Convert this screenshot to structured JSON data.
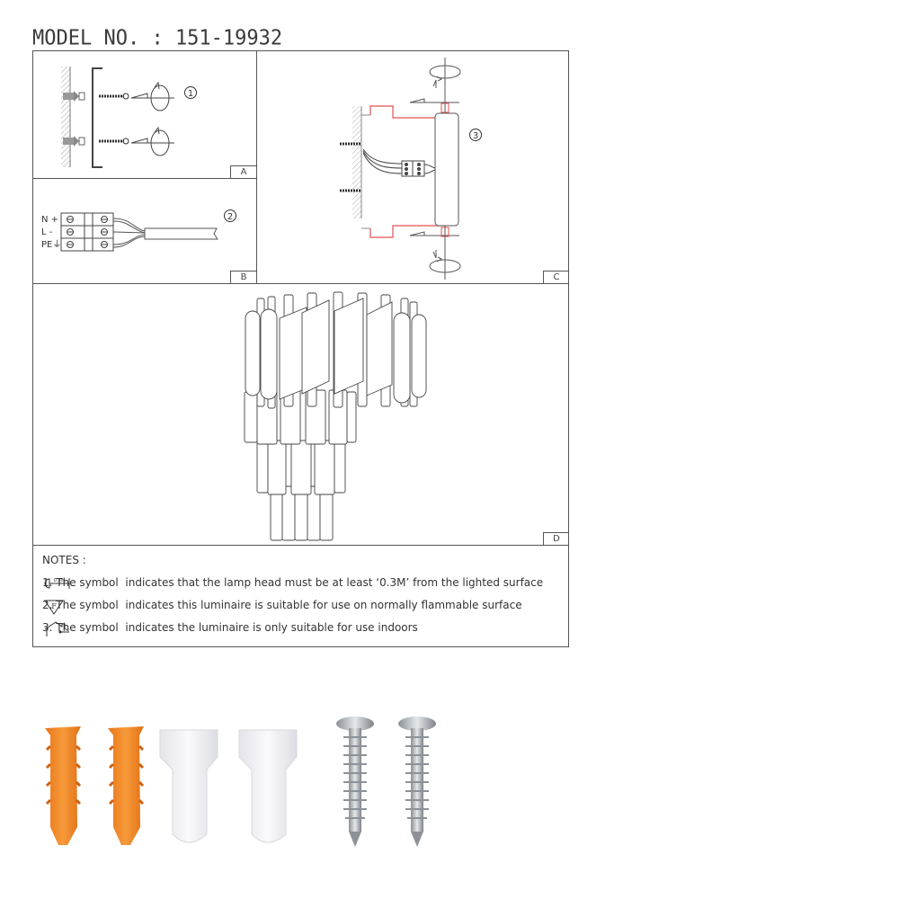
{
  "header": {
    "model_label": "MODEL NO. : 151-19932"
  },
  "panels": {
    "A": {
      "tag": "A",
      "step": "1",
      "caption": "wall-plugs-and-screws-mounting"
    },
    "B": {
      "tag": "B",
      "step": "2",
      "terminals": [
        "N +",
        "L -",
        "PE⏚"
      ]
    },
    "C": {
      "tag": "C",
      "step": "3"
    },
    "D": {
      "tag": "D"
    }
  },
  "notes": {
    "heading": "NOTES :",
    "items": [
      {
        "prefix": "1. The symbol",
        "symbol": "distance-0.3m-icon",
        "symbol_text": "0.3m",
        "text": "indicates that the lamp head must be at least ‘0.3M’ from the lighted surface"
      },
      {
        "prefix": "2. The symbol",
        "symbol": "flammable-surface-F-icon",
        "symbol_text": "F",
        "text": "indicates this luminaire is suitable for use on normally flammable surface"
      },
      {
        "prefix": "3. The symbol",
        "symbol": "indoor-house-icon",
        "symbol_text": "",
        "text": "indicates the luminaire is only suitable for use indoors"
      }
    ]
  },
  "accessories": [
    {
      "name": "wall-plug",
      "color": "#f58a1f",
      "count": 2
    },
    {
      "name": "wire-connector-cap",
      "color": "#ececf0",
      "count": 2
    },
    {
      "name": "screw",
      "color": "#b8bcc0",
      "count": 2
    }
  ],
  "colors": {
    "line": "#555555",
    "accent_red": "#e05050"
  }
}
